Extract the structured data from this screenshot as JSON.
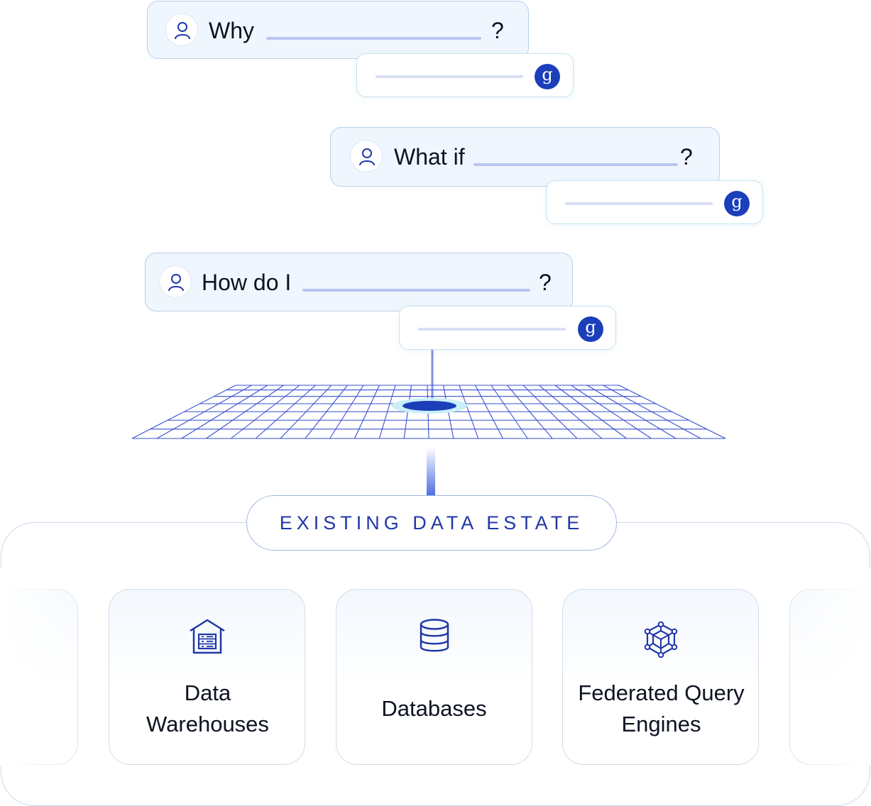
{
  "questions": [
    {
      "prefix": "Why",
      "suffix": "?"
    },
    {
      "prefix": "What if",
      "suffix": "?"
    },
    {
      "prefix": "How do I",
      "suffix": "?"
    }
  ],
  "answer_logo": "g",
  "estate": {
    "title": "EXISTING DATA ESTATE",
    "cards": [
      {
        "label": "Data Warehouses",
        "icon": "warehouse-icon"
      },
      {
        "label": "Databases",
        "icon": "database-icon"
      },
      {
        "label": "Federated Query Engines",
        "icon": "query-engine-icon"
      }
    ]
  },
  "colors": {
    "accent": "#1b3fb9",
    "bubble_bg": "#f0f6fd",
    "grid_line": "#3a4fd0",
    "connector": "#7f93e2"
  }
}
